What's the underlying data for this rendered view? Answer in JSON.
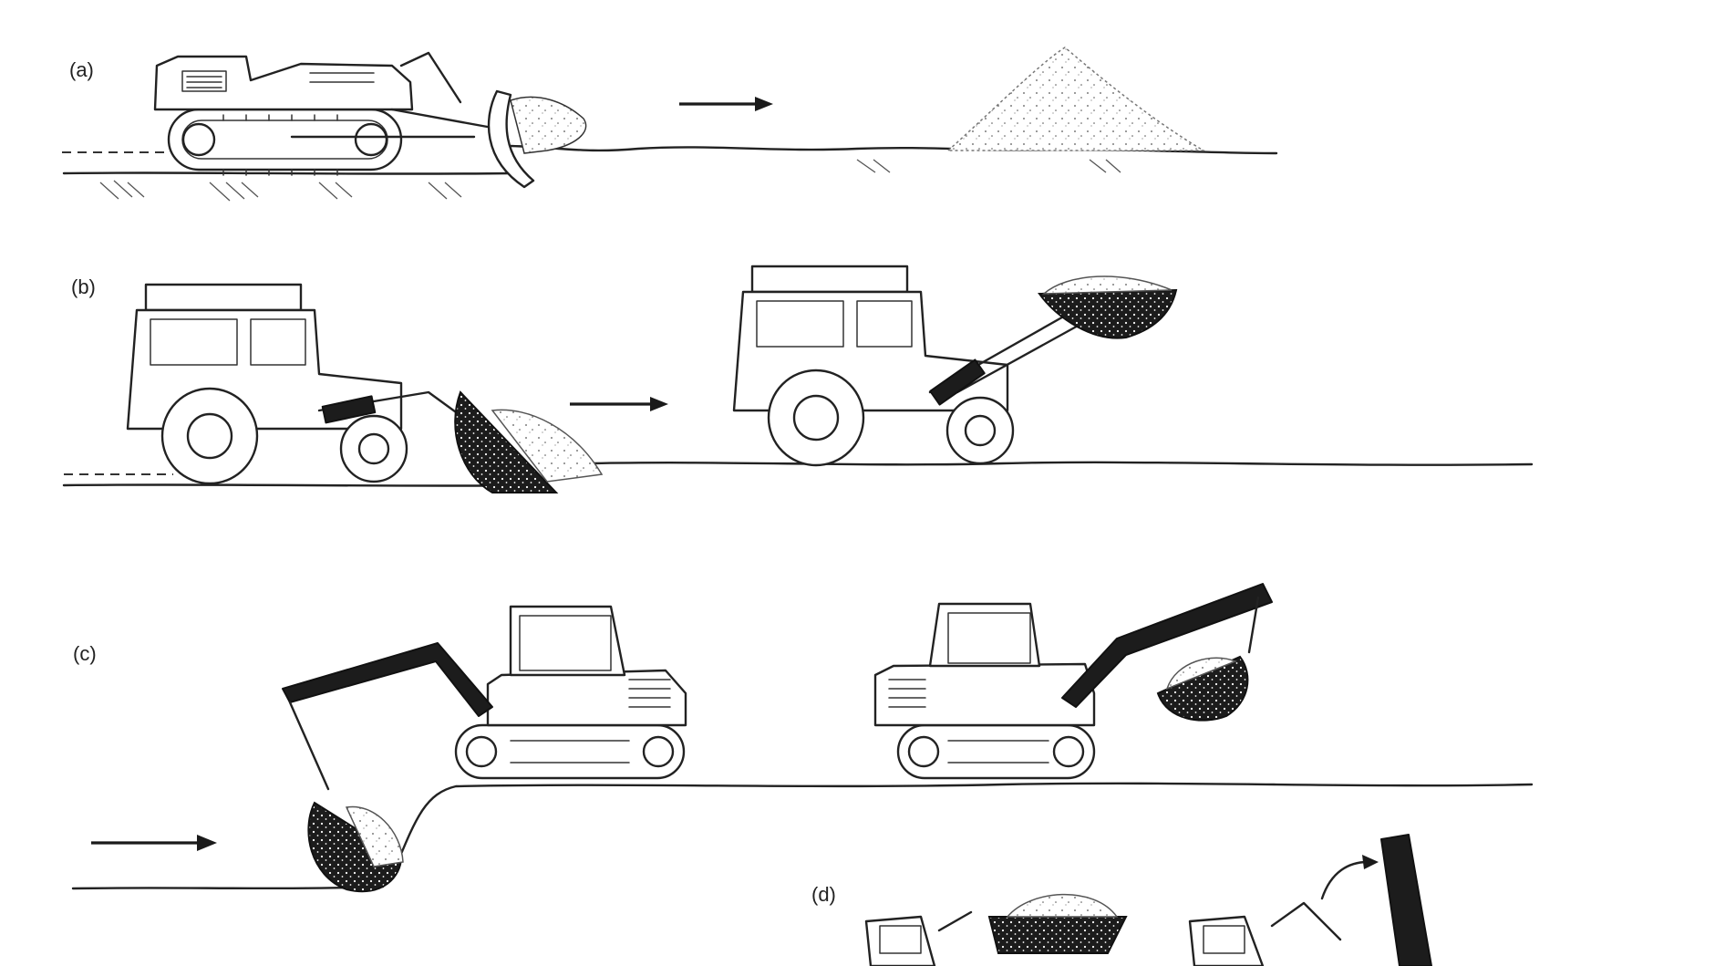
{
  "figure": {
    "panels": [
      {
        "label": "(a)",
        "machine": "crawler-dozer"
      },
      {
        "label": "(b)",
        "machine": "wheel-loader"
      },
      {
        "label": "(c)",
        "machine": "backhoe-excavator"
      },
      {
        "label": "(d)",
        "machine": "loader-dump"
      }
    ]
  },
  "colors": {
    "ink": "#222222",
    "background": "#ffffff",
    "load_fill": "#1c1c1c"
  }
}
